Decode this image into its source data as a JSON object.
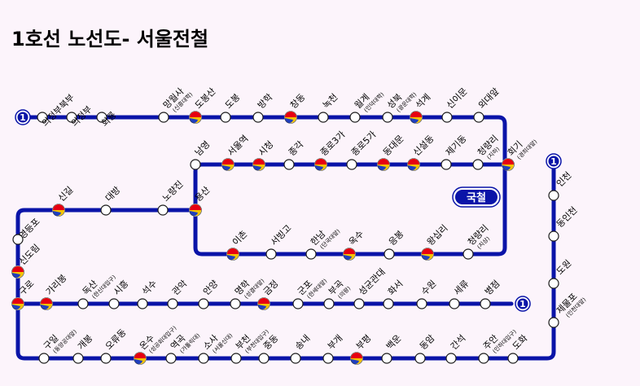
{
  "title": "1호선 노선도- 서울전철",
  "badge": "국철",
  "line_number": "1",
  "colors": {
    "line": "#0a14a8",
    "bg": "#fcf4fb",
    "transfer_a": "#e60012",
    "transfer_b": "#1f3fbf",
    "transfer_c": "#f5c400"
  },
  "stations": [
    {
      "name": "의정부북부",
      "sub": ""
    },
    {
      "name": "의정부",
      "sub": ""
    },
    {
      "name": "회룡",
      "sub": ""
    },
    {
      "name": "망월사",
      "sub": "(신흥대학)"
    },
    {
      "name": "도봉산",
      "sub": ""
    },
    {
      "name": "도봉",
      "sub": ""
    },
    {
      "name": "방학",
      "sub": ""
    },
    {
      "name": "창동",
      "sub": ""
    },
    {
      "name": "녹천",
      "sub": ""
    },
    {
      "name": "월계",
      "sub": "(인덕대학)"
    },
    {
      "name": "성북",
      "sub": "(광운대학)"
    },
    {
      "name": "석계",
      "sub": ""
    },
    {
      "name": "신이문",
      "sub": ""
    },
    {
      "name": "외대앞",
      "sub": ""
    },
    {
      "name": "회기",
      "sub": "(경희대앞)"
    },
    {
      "name": "청량리",
      "sub": "(지하)"
    },
    {
      "name": "제기동",
      "sub": ""
    },
    {
      "name": "신설동",
      "sub": ""
    },
    {
      "name": "동대문",
      "sub": ""
    },
    {
      "name": "종로5가",
      "sub": ""
    },
    {
      "name": "종로3가",
      "sub": ""
    },
    {
      "name": "종각",
      "sub": ""
    },
    {
      "name": "시청",
      "sub": ""
    },
    {
      "name": "서울역",
      "sub": ""
    },
    {
      "name": "남영",
      "sub": ""
    },
    {
      "name": "용산",
      "sub": ""
    },
    {
      "name": "노량진",
      "sub": ""
    },
    {
      "name": "대방",
      "sub": ""
    },
    {
      "name": "신길",
      "sub": ""
    },
    {
      "name": "영등포",
      "sub": ""
    },
    {
      "name": "신도림",
      "sub": ""
    },
    {
      "name": "구로",
      "sub": ""
    },
    {
      "name": "이촌",
      "sub": ""
    },
    {
      "name": "서빙고",
      "sub": ""
    },
    {
      "name": "한남",
      "sub": "(단국대앞)"
    },
    {
      "name": "옥수",
      "sub": ""
    },
    {
      "name": "응봉",
      "sub": ""
    },
    {
      "name": "왕십리",
      "sub": ""
    },
    {
      "name": "청량리",
      "sub": "(지상)"
    },
    {
      "name": "가리봉",
      "sub": ""
    },
    {
      "name": "독산",
      "sub": "(한신대입구)"
    },
    {
      "name": "시흥",
      "sub": ""
    },
    {
      "name": "석수",
      "sub": ""
    },
    {
      "name": "관악",
      "sub": ""
    },
    {
      "name": "안양",
      "sub": ""
    },
    {
      "name": "명학",
      "sub": "(성결대앞)"
    },
    {
      "name": "금정",
      "sub": ""
    },
    {
      "name": "군포",
      "sub": "(한세대앞)"
    },
    {
      "name": "부곡",
      "sub": "(의왕)"
    },
    {
      "name": "성균관대",
      "sub": ""
    },
    {
      "name": "화서",
      "sub": ""
    },
    {
      "name": "수원",
      "sub": ""
    },
    {
      "name": "세류",
      "sub": ""
    },
    {
      "name": "병점",
      "sub": ""
    },
    {
      "name": "구일",
      "sub": "(동양공대앞)"
    },
    {
      "name": "개봉",
      "sub": ""
    },
    {
      "name": "오류동",
      "sub": ""
    },
    {
      "name": "온수",
      "sub": "(성공회대입구)"
    },
    {
      "name": "역곡",
      "sub": "(가톨릭대)"
    },
    {
      "name": "소사",
      "sub": "(서울신대)"
    },
    {
      "name": "부천",
      "sub": "(부천대입구)"
    },
    {
      "name": "중동",
      "sub": ""
    },
    {
      "name": "송내",
      "sub": ""
    },
    {
      "name": "부개",
      "sub": ""
    },
    {
      "name": "부평",
      "sub": ""
    },
    {
      "name": "백운",
      "sub": ""
    },
    {
      "name": "동암",
      "sub": ""
    },
    {
      "name": "간석",
      "sub": ""
    },
    {
      "name": "주안",
      "sub": "(인하대입구)"
    },
    {
      "name": "도화",
      "sub": ""
    },
    {
      "name": "제물포",
      "sub": "(인천대앞)"
    },
    {
      "name": "도원",
      "sub": ""
    },
    {
      "name": "동인천",
      "sub": ""
    },
    {
      "name": "인천",
      "sub": ""
    }
  ]
}
